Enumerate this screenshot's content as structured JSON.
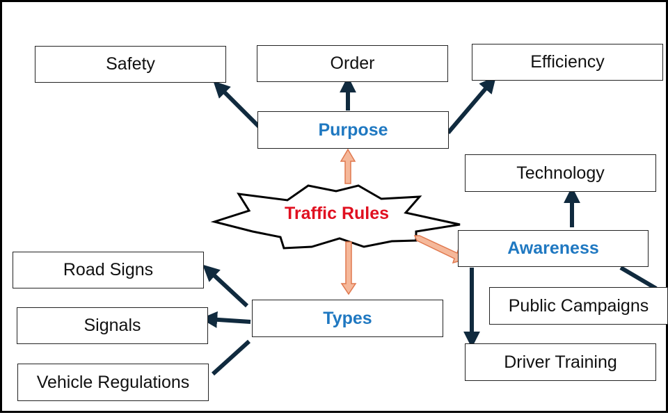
{
  "center": {
    "label": "Traffic Rules"
  },
  "hubs": {
    "purpose": "Purpose",
    "types": "Types",
    "awareness": "Awareness"
  },
  "leaves": {
    "safety": "Safety",
    "order": "Order",
    "efficiency": "Efficiency",
    "technology": "Technology",
    "public_campaigns": "Public Campaigns",
    "driver_training": "Driver Training",
    "road_signs": "Road Signs",
    "signals": "Signals",
    "vehicle_regulations": "Vehicle Regulations"
  },
  "colors": {
    "center_text": "#e01020",
    "hub_text": "#1f78c1",
    "leaf_arrow": "#102a3e",
    "hub_arrow_fill": "#f5b89a",
    "hub_arrow_stroke": "#e0784e"
  }
}
